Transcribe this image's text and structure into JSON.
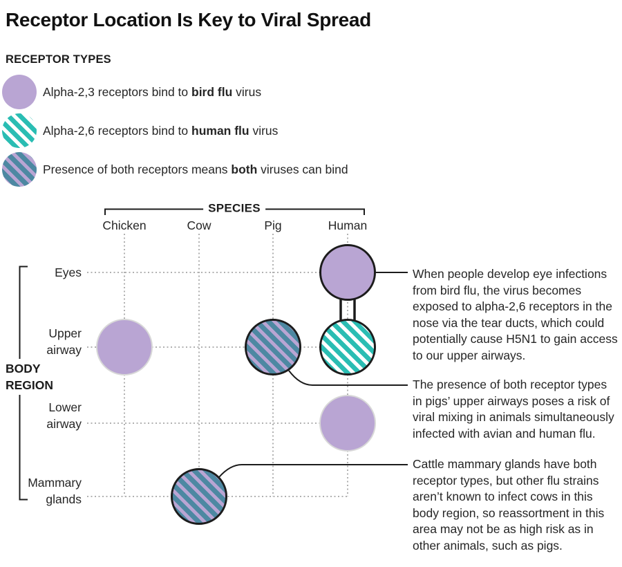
{
  "title": "Receptor Location Is Key to Viral Spread",
  "legend": {
    "heading": "RECEPTOR TYPES",
    "items": [
      {
        "fill": "bird",
        "prefix": "Alpha-2,3 receptors bind to ",
        "bold": "bird flu",
        "suffix": " virus"
      },
      {
        "fill": "human",
        "prefix": "Alpha-2,6 receptors bind to ",
        "bold": "human flu",
        "suffix": " virus"
      },
      {
        "fill": "both",
        "prefix": "Presence of both receptors means ",
        "bold": "both",
        "suffix": " viruses can bind"
      }
    ]
  },
  "colors": {
    "background": "#ffffff",
    "bird_purple": "#b9a5d3",
    "human_teal": "#2abdb3",
    "both_stripe_blue": "#4d88a2",
    "outline_ink": "#1c1c1c",
    "grid_dots": "#b0b0b0",
    "text": "#262626"
  },
  "chart_data": {
    "type": "scatter",
    "title": "Receptor Location Is Key to Viral Spread",
    "x_label": "SPECIES",
    "y_label": "BODY REGION",
    "y_label_lines": [
      "BODY",
      "REGION"
    ],
    "x_categories": [
      "Chicken",
      "Cow",
      "Pig",
      "Human"
    ],
    "y_categories": [
      "Eyes",
      "Upper airway",
      "Lower airway",
      "Mammary glands"
    ],
    "y_category_lines": [
      [
        "Eyes"
      ],
      [
        "Upper",
        "airway"
      ],
      [
        "Lower",
        "airway"
      ],
      [
        "Mammary",
        "glands"
      ]
    ],
    "grid": "dotted",
    "legend_position": "top-left",
    "points": [
      {
        "species": "Human",
        "body_region": "Eyes",
        "receptor_type": "alpha-2,3",
        "fill": "bird",
        "outlined": true
      },
      {
        "species": "Chicken",
        "body_region": "Upper airway",
        "receptor_type": "alpha-2,3",
        "fill": "bird",
        "outlined": false
      },
      {
        "species": "Pig",
        "body_region": "Upper airway",
        "receptor_type": "both",
        "fill": "both",
        "outlined": true
      },
      {
        "species": "Human",
        "body_region": "Upper airway",
        "receptor_type": "alpha-2,6",
        "fill": "human",
        "outlined": true
      },
      {
        "species": "Human",
        "body_region": "Lower airway",
        "receptor_type": "alpha-2,3",
        "fill": "bird",
        "outlined": false
      },
      {
        "species": "Cow",
        "body_region": "Mammary glands",
        "receptor_type": "both",
        "fill": "both",
        "outlined": true
      }
    ],
    "connector": {
      "between": [
        {
          "species": "Human",
          "body_region": "Eyes"
        },
        {
          "species": "Human",
          "body_region": "Upper airway"
        }
      ]
    },
    "annotations": [
      {
        "target": {
          "species": "Human",
          "body_region": "Eyes"
        },
        "lines": [
          "When people develop eye infections",
          "from bird flu, the virus becomes",
          "exposed to alpha-2,6 receptors in the",
          "nose via the tear ducts, which could",
          "potentially cause H5N1 to gain access",
          "to our upper airways."
        ]
      },
      {
        "target": {
          "species": "Pig",
          "body_region": "Upper airway"
        },
        "lines": [
          "The presence of both receptor types",
          "in pigs’ upper airways poses a risk of",
          "viral mixing in animals simultaneously",
          "infected with avian and human flu."
        ]
      },
      {
        "target": {
          "species": "Cow",
          "body_region": "Mammary glands"
        },
        "lines": [
          "Cattle mammary glands have both",
          "receptor types, but other flu strains",
          "aren’t known to infect cows in this",
          "body region, so reassortment in this",
          "area may not be as high risk as in",
          "other animals, such as pigs."
        ]
      }
    ]
  }
}
